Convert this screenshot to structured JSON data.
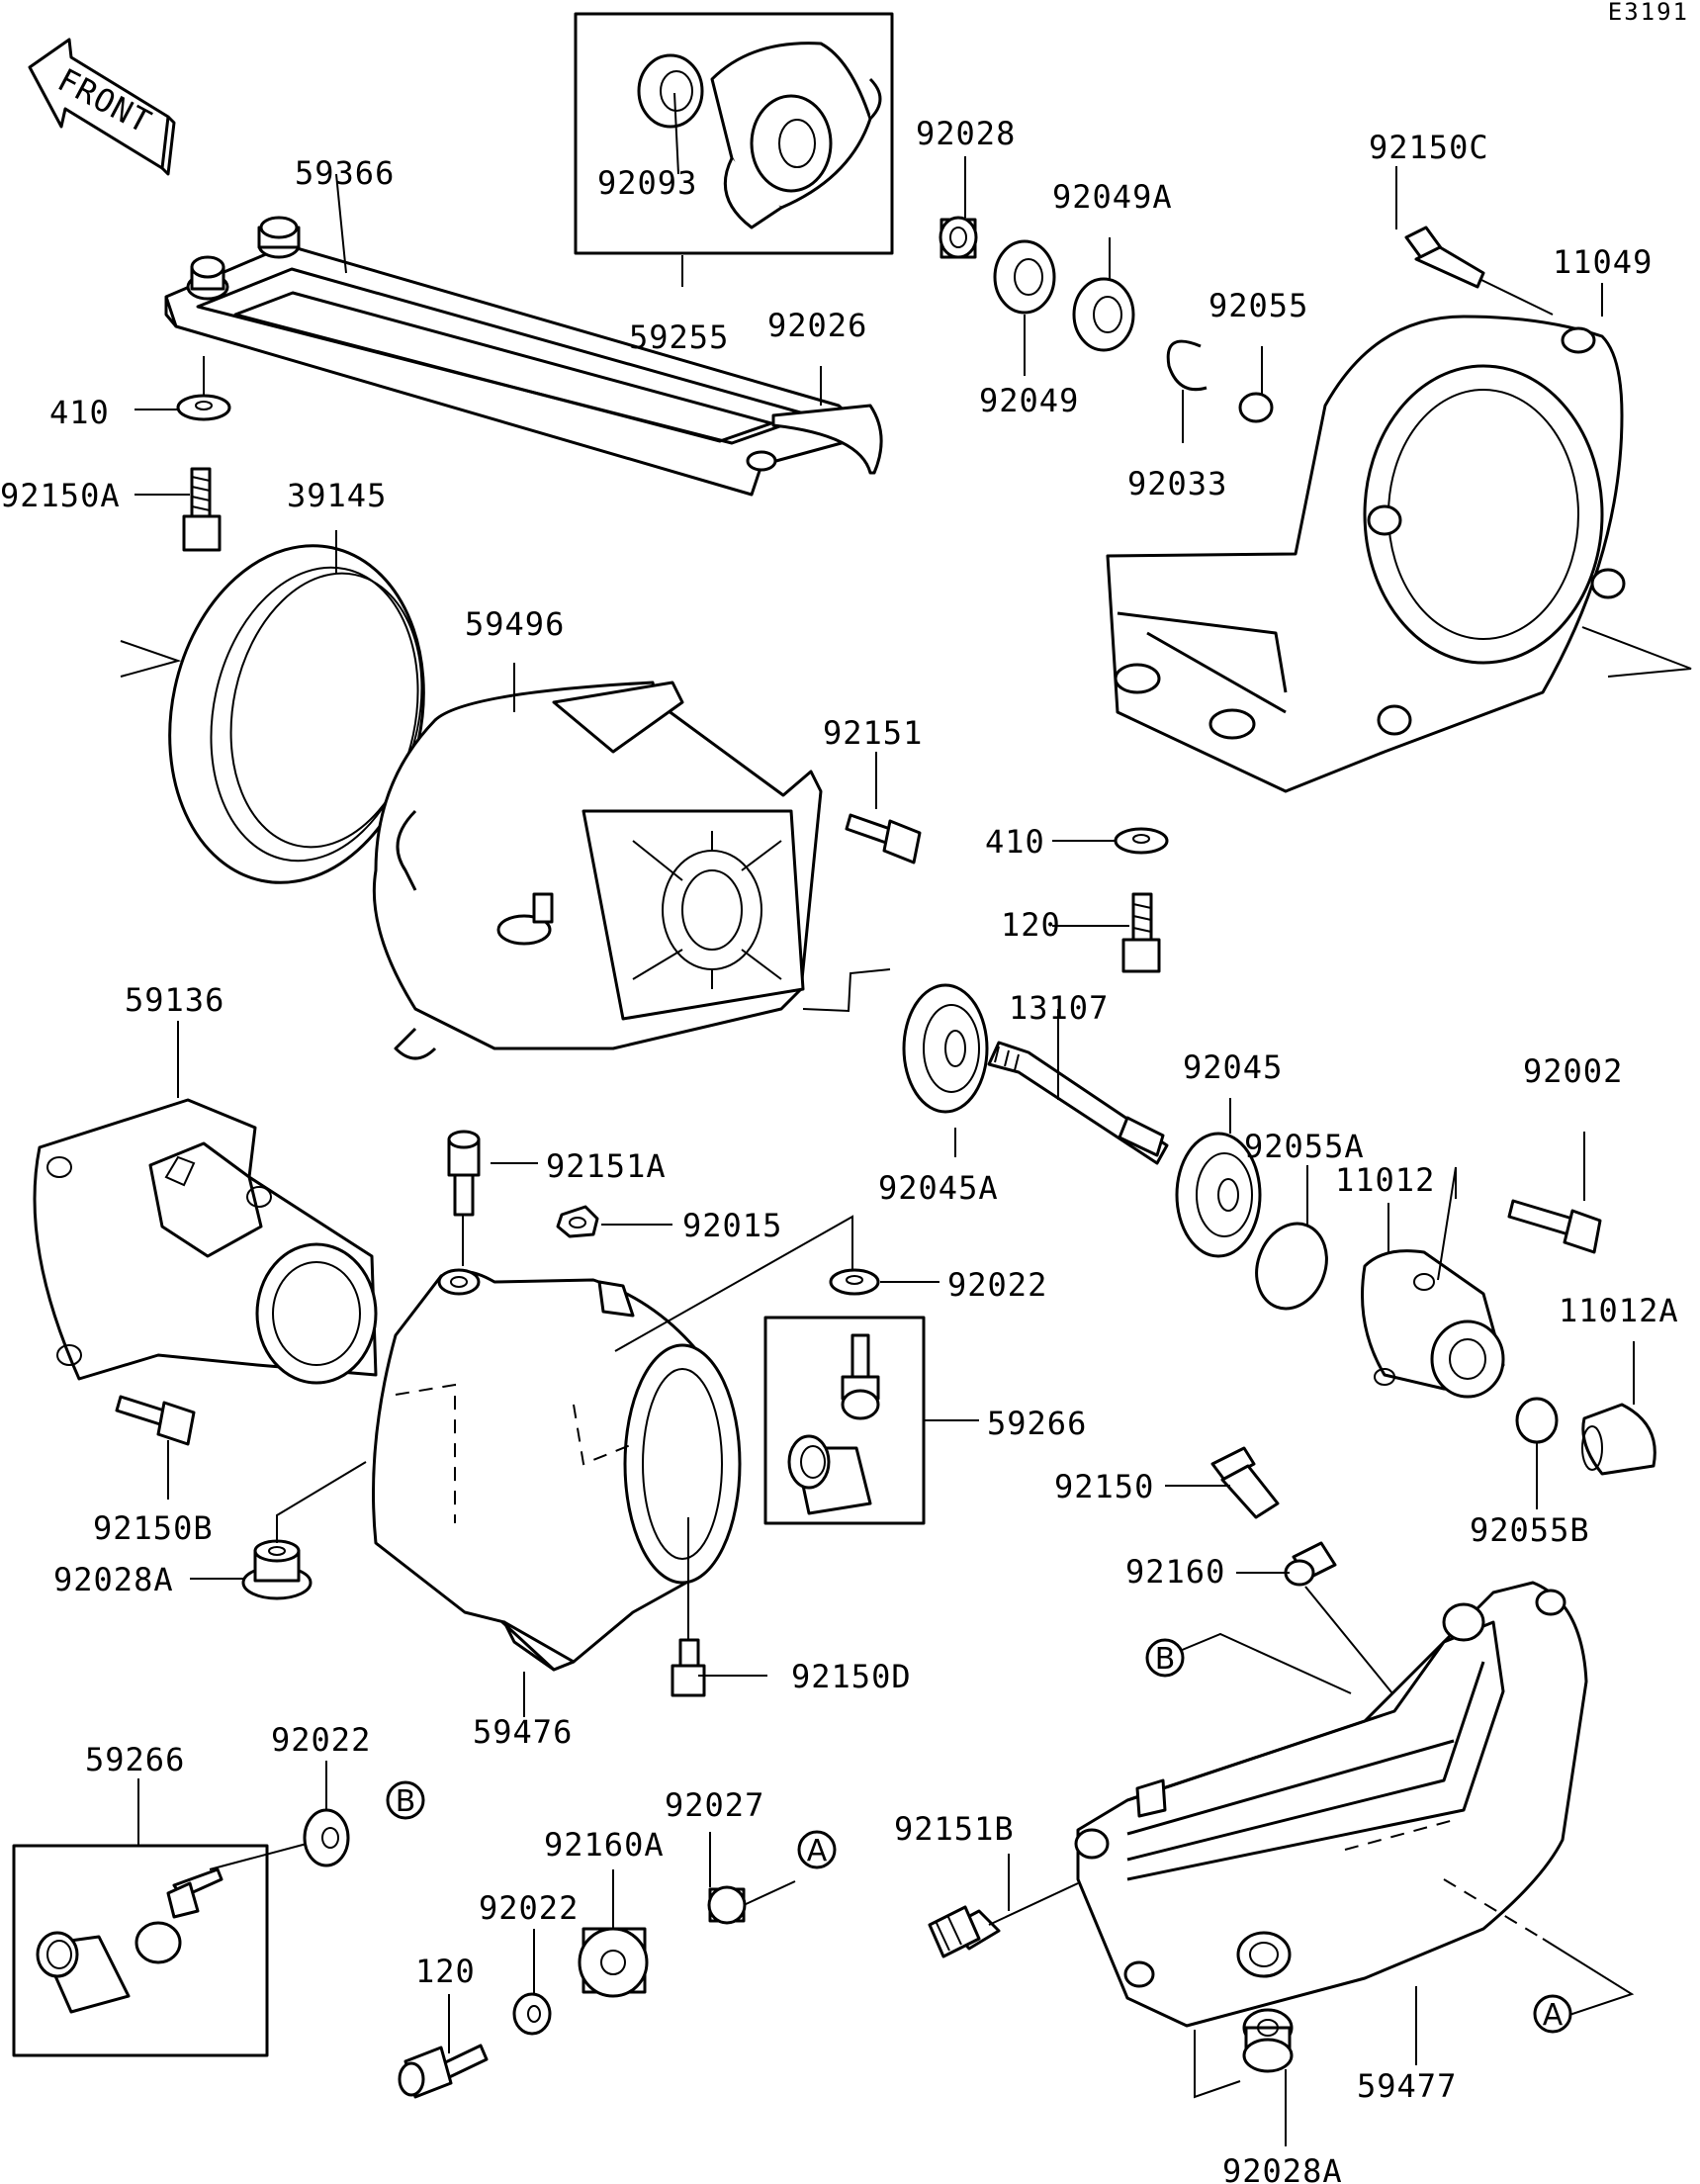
{
  "diagram": {
    "code": "E3191",
    "front_label": "FRONT"
  },
  "refs": {
    "a": "A",
    "b": "B"
  },
  "labels": {
    "p59366": "59366",
    "p92093": "92093",
    "p59255": "59255",
    "p92026": "92026",
    "p92028": "92028",
    "p92049A": "92049A",
    "p92049": "92049",
    "p92055": "92055",
    "p92033": "92033",
    "p92150C": "92150C",
    "p11049": "11049",
    "p410": "410",
    "p92150A": "92150A",
    "p39145": "39145",
    "p59496": "59496",
    "p92151": "92151",
    "p120": "120",
    "p13107": "13107",
    "p92045": "92045",
    "p92002": "92002",
    "p92055A": "92055A",
    "p11012": "11012",
    "p92045A": "92045A",
    "p11012A": "11012A",
    "p92055B": "92055B",
    "p59136": "59136",
    "p92151A": "92151A",
    "p92015": "92015",
    "p92022": "92022",
    "p59266": "59266",
    "p92150": "92150",
    "p92160": "92160",
    "p92150B": "92150B",
    "p92028A": "92028A",
    "p92150D": "92150D",
    "p59476": "59476",
    "p92027": "92027",
    "p92160A": "92160A",
    "p92151B": "92151B",
    "p59477": "59477"
  }
}
